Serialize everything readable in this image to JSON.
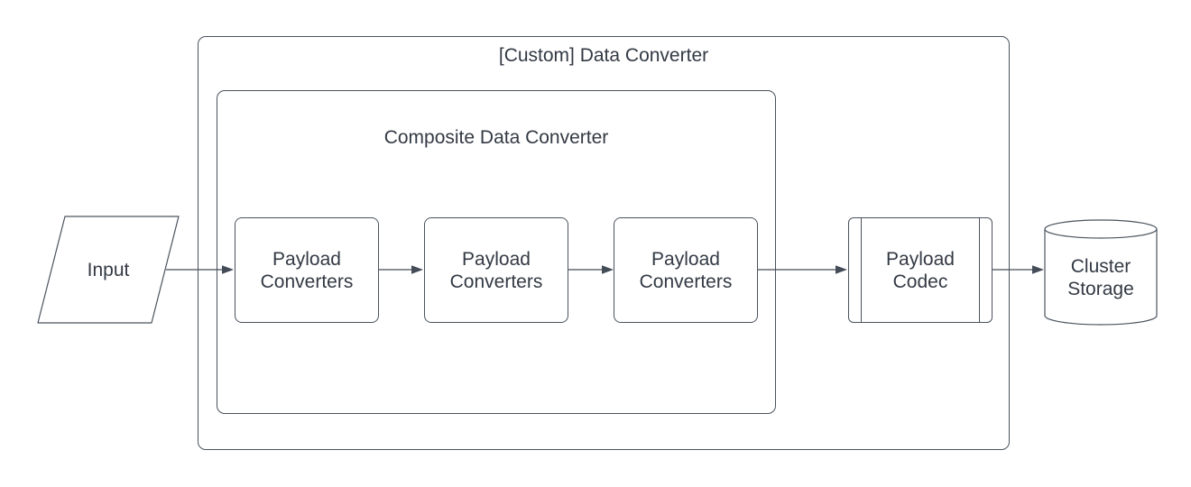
{
  "diagram": {
    "type": "flowchart",
    "containers": [
      {
        "id": "custom-data-converter",
        "label": "[Custom] Data Converter",
        "shape": "rounded-group"
      },
      {
        "id": "composite-data-converter",
        "label": "Composite Data Converter",
        "shape": "rounded-group"
      }
    ],
    "nodes": [
      {
        "id": "input",
        "shape": "parallelogram",
        "label": "Input"
      },
      {
        "id": "payload-converter-1",
        "shape": "rounded-rectangle",
        "label": "Payload Converters"
      },
      {
        "id": "payload-converter-2",
        "shape": "rounded-rectangle",
        "label": "Payload Converters"
      },
      {
        "id": "payload-converter-3",
        "shape": "rounded-rectangle",
        "label": "Payload Converters"
      },
      {
        "id": "payload-codec",
        "shape": "predefined-process",
        "label": "Payload Codec"
      },
      {
        "id": "cluster-storage",
        "shape": "cylinder",
        "label": "Cluster Storage"
      }
    ],
    "edges": [
      {
        "from": "input",
        "to": "payload-converter-1",
        "style": "arrow"
      },
      {
        "from": "payload-converter-1",
        "to": "payload-converter-2",
        "style": "arrow"
      },
      {
        "from": "payload-converter-2",
        "to": "payload-converter-3",
        "style": "arrow"
      },
      {
        "from": "payload-converter-3",
        "to": "payload-codec",
        "style": "arrow"
      },
      {
        "from": "payload-codec",
        "to": "cluster-storage",
        "style": "arrow"
      }
    ],
    "colors": {
      "stroke": "#4a535e",
      "text": "#333a44",
      "node_fill": "#ffffff",
      "background": "#ffffff"
    }
  }
}
